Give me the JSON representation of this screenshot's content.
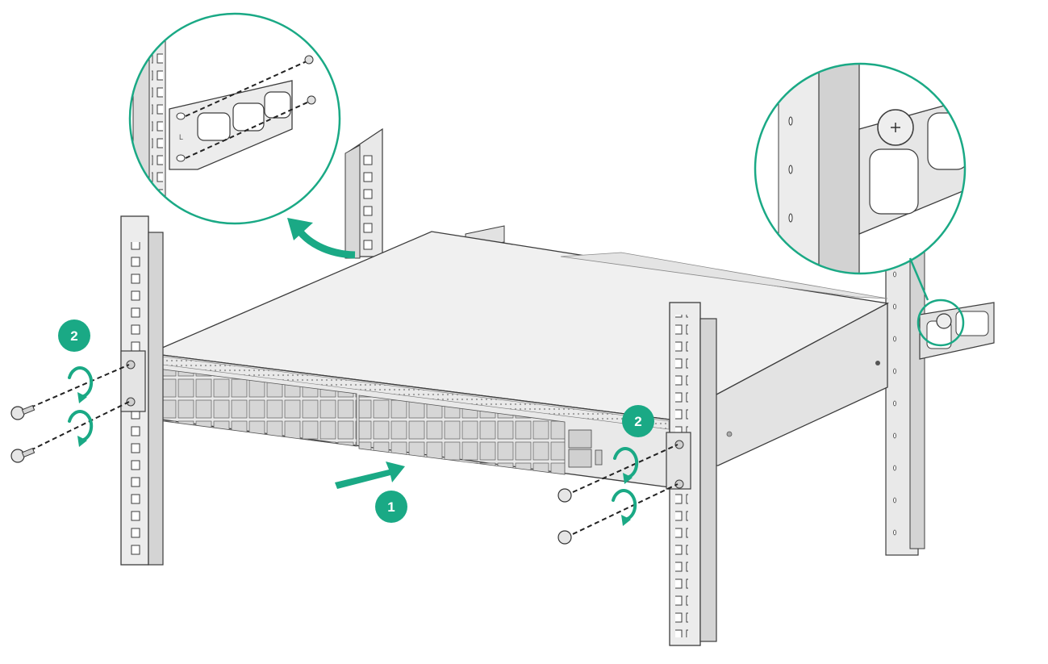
{
  "colors": {
    "accent": "#1aa985",
    "outline": "#3c3c3c",
    "metal": "#e6e6e6",
    "metal_dark": "#c9c9c9",
    "port": "#d2d2d2"
  },
  "steps": {
    "insert_label": "1",
    "screw_left_label": "2",
    "screw_right_label": "2"
  },
  "callouts": {
    "bracket_marking": "L"
  },
  "icons": {
    "insert_arrow": "arrow-right-icon",
    "rotate_arrow": "clockwise-rotate-icon",
    "curved_arrow": "curved-arrow-icon",
    "screw": "screw-icon"
  }
}
